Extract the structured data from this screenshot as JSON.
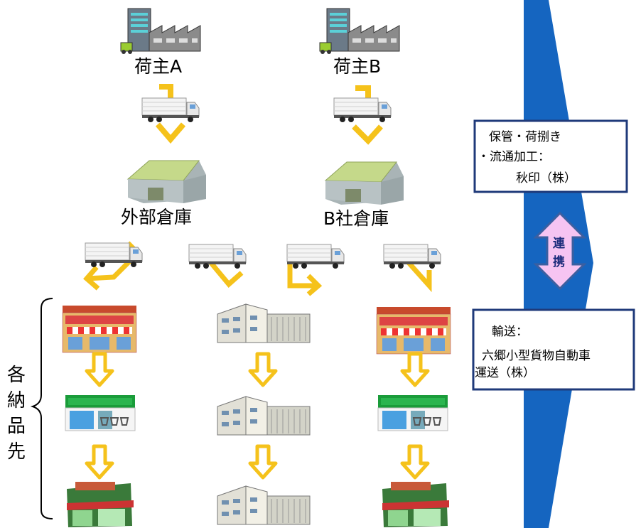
{
  "shippers": [
    {
      "label": "荷主A"
    },
    {
      "label": "荷主B"
    }
  ],
  "warehouses": [
    {
      "label": "外部倉庫"
    },
    {
      "label": "B社倉庫"
    }
  ],
  "destinations_label": "各納品先",
  "role_boxes": {
    "storage": {
      "lines": [
        "保管・荷捌き",
        "・流通加工：",
        "秋印（株）"
      ]
    },
    "transport": {
      "lines": [
        "輸送：",
        "六郷小型貨物自動車",
        "運送（株）"
      ]
    }
  },
  "link_label": "連携",
  "colors": {
    "arrow_fill": "#f5c21b",
    "banner_blue": "#1565c0",
    "box_border": "#1f3a7a",
    "link_fill": "#f6c4f2",
    "link_border": "#3b5fa0"
  },
  "icons": {
    "factory": "factory-icon",
    "truck": "truck-icon",
    "warehouse": "warehouse-icon",
    "supermarket": "supermarket-icon",
    "office_building": "office-building-icon",
    "shop": "shop-icon"
  }
}
